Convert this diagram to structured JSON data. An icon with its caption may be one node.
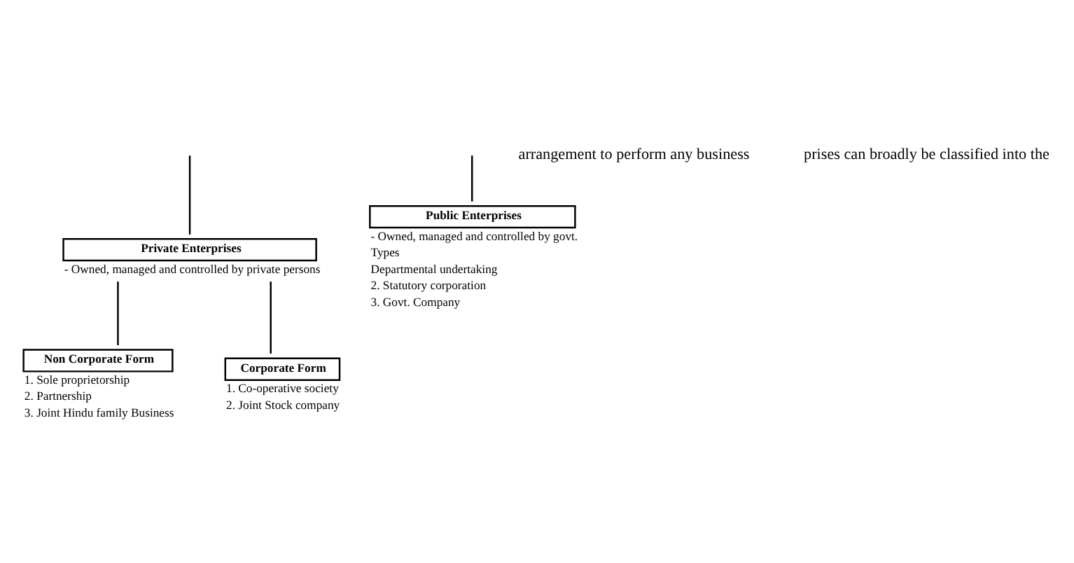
{
  "diagram": {
    "nodes": [
      {
        "text": [
          "Private Enterprises"
        ],
        "beside": [
          "- Owned, managed and controlled by private persons"
        ]
      },
      {
        "text": [
          "Public Enterprises"
        ],
        "beside": [
          "- Owned, managed and controlled by govt.",
          "Types",
          "Departmental undertaking",
          "2. Statutory corporation",
          "3. Govt. Company"
        ]
      },
      {
        "text": [
          "Non Corporate Form"
        ],
        "beside": [
          "1. Sole proprietorship",
          "2. Partnership",
          "3. Joint Hindu family Business"
        ]
      },
      {
        "text": [
          "Corporate Form"
        ],
        "beside": [
          "1. Co-operative society",
          "2. Joint Stock company"
        ]
      }
    ],
    "edges": [
      {
        "from": null,
        "to": 0,
        "arrow": "none"
      },
      {
        "from": null,
        "to": 1,
        "arrow": "none"
      },
      {
        "from": 0,
        "to": 2,
        "arrow": "none"
      },
      {
        "from": 0,
        "to": 3,
        "arrow": "none"
      }
    ],
    "labels": [
      "arrangement to perform any business",
      "prises can broadly be classified into the"
    ]
  }
}
